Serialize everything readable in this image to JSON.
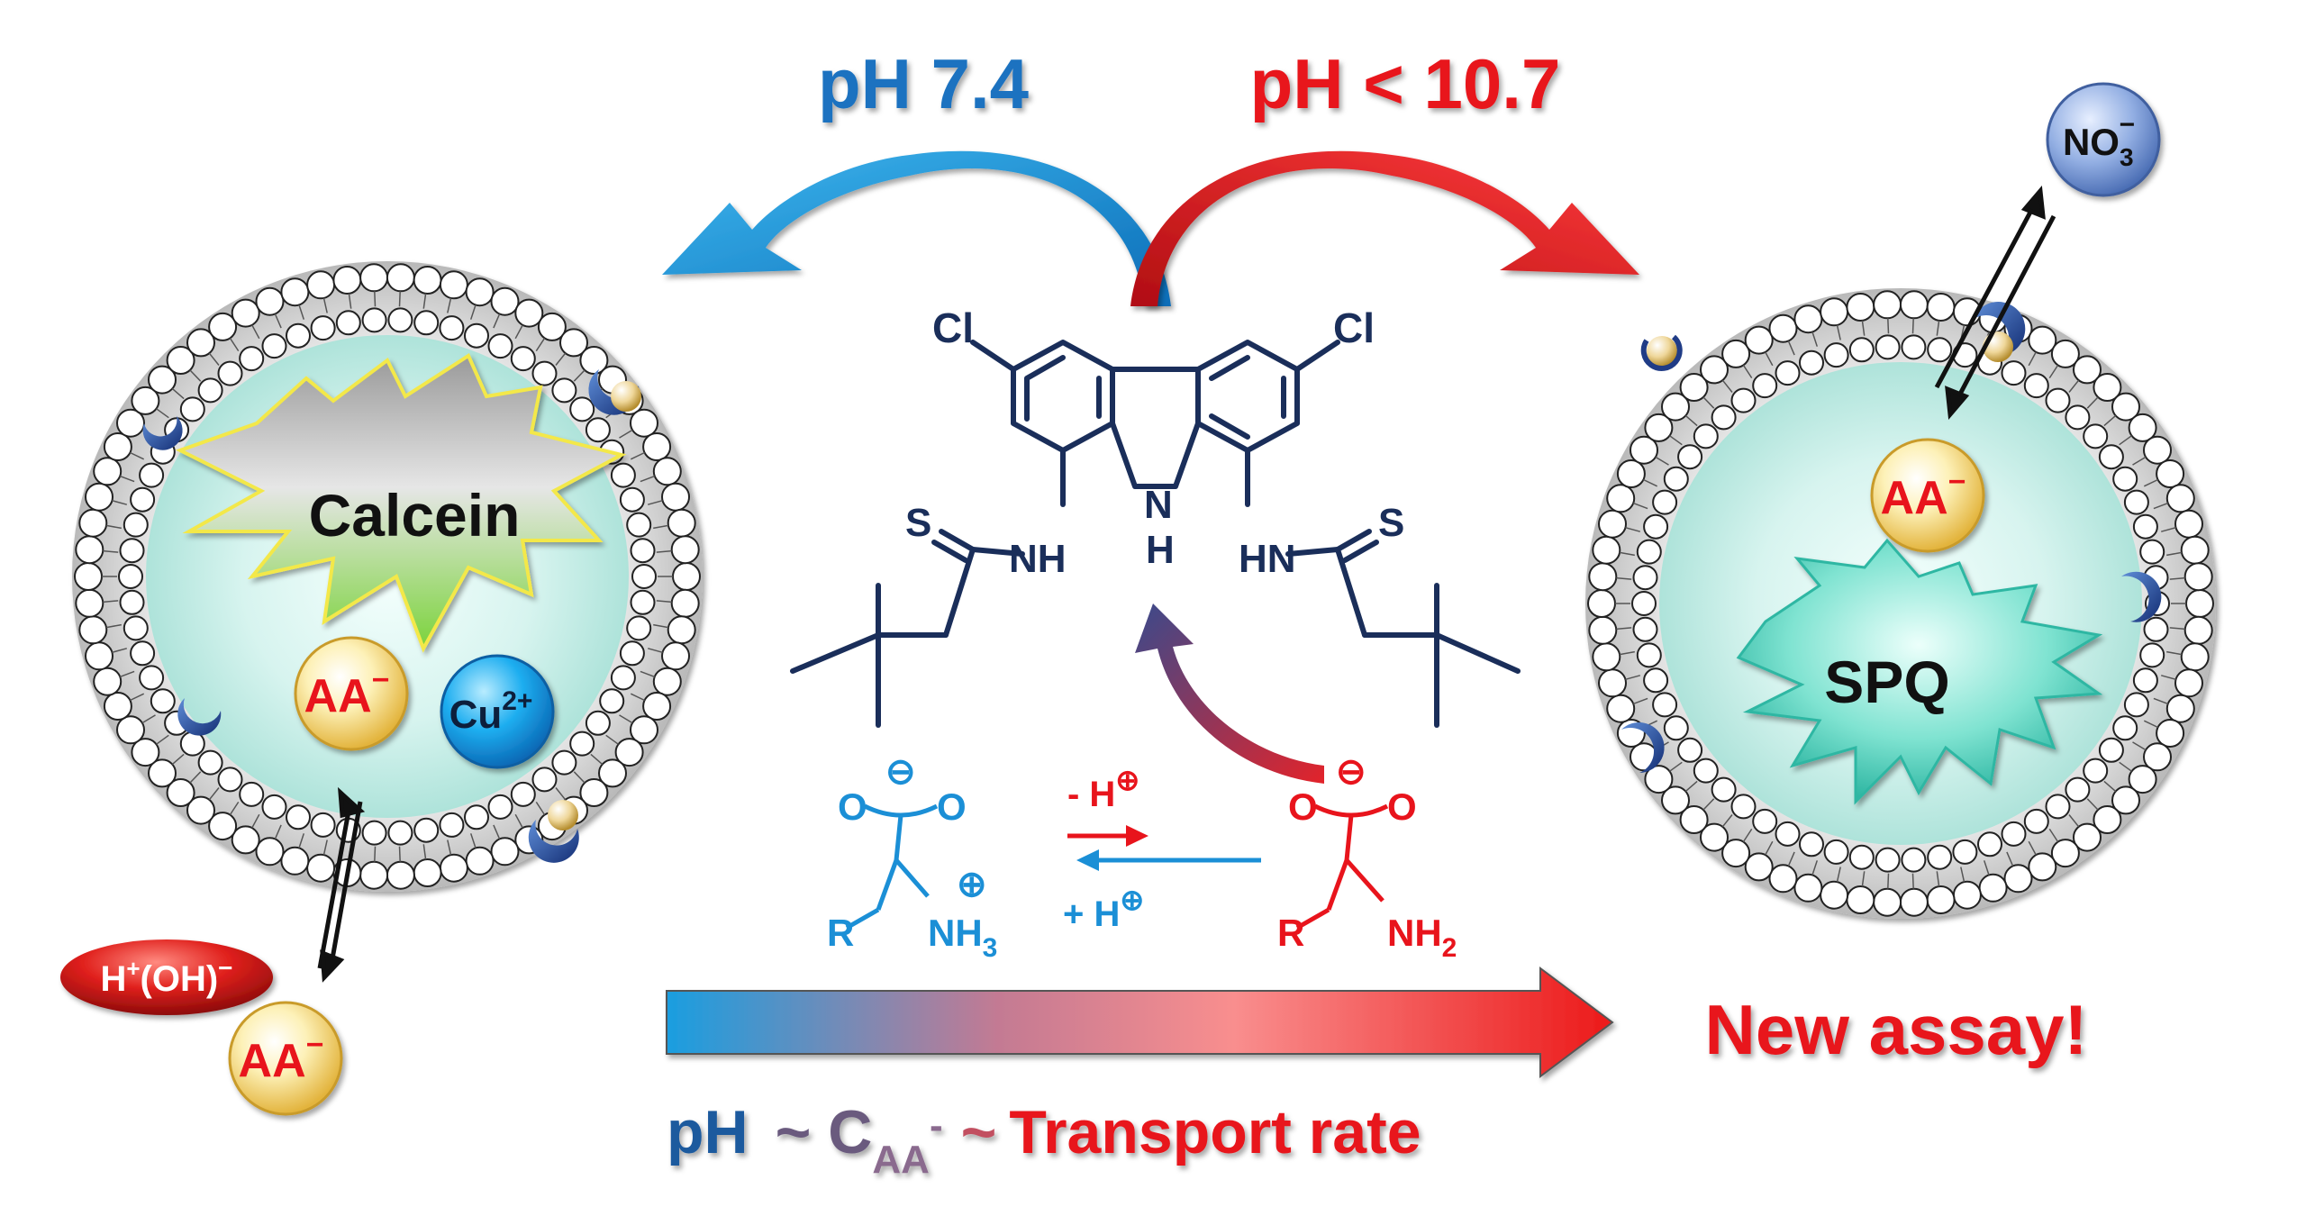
{
  "header": {
    "left_ph": "pH 7.4",
    "right_ph": "pH < 10.7"
  },
  "left_vesicle": {
    "calcein_label": "Calcein",
    "aa_inner_label": "AA",
    "aa_charge": "−",
    "cu_label": "Cu",
    "cu_charge": "2+",
    "hoh_label": "H",
    "hoh_sup": "+",
    "hoh_rest": "(OH)",
    "hoh_charge": "−",
    "aa_outer_label": "AA",
    "aa_outer_charge": "−"
  },
  "right_vesicle": {
    "no3_label": "NO",
    "no3_sub": "3",
    "no3_charge": "−",
    "aa_label": "AA",
    "aa_charge": "−",
    "spq_label": "SPQ"
  },
  "molecule": {
    "cl_left": "Cl",
    "cl_right": "Cl",
    "nh_left": "NH",
    "n_center": "N",
    "h_center": "H",
    "hn_right": "HN",
    "s_left": "S",
    "s_right": "S"
  },
  "equilibrium": {
    "left": {
      "o1": "O",
      "o2": "O",
      "charge": "⊖",
      "r": "R",
      "nh3": "NH",
      "nh3_sub": "3",
      "nh3_charge": "⊕"
    },
    "right": {
      "o1": "O",
      "o2": "O",
      "charge": "⊖",
      "r": "R",
      "nh2": "NH",
      "nh2_sub": "2"
    },
    "forward": "- H",
    "forward_charge": "⊕",
    "backward": "+ H",
    "backward_charge": "⊕"
  },
  "footer": {
    "new_assay": "New assay!",
    "ph": "pH",
    "tilde1": "~ C",
    "c_sub": "AA",
    "c_sup": "-",
    "tilde2": "~",
    "transport": "Transport rate"
  },
  "colors": {
    "blue": "#1b8fd6",
    "darkblue": "#1f5a9e",
    "red": "#e8141c",
    "navy": "#1a2e5a"
  }
}
